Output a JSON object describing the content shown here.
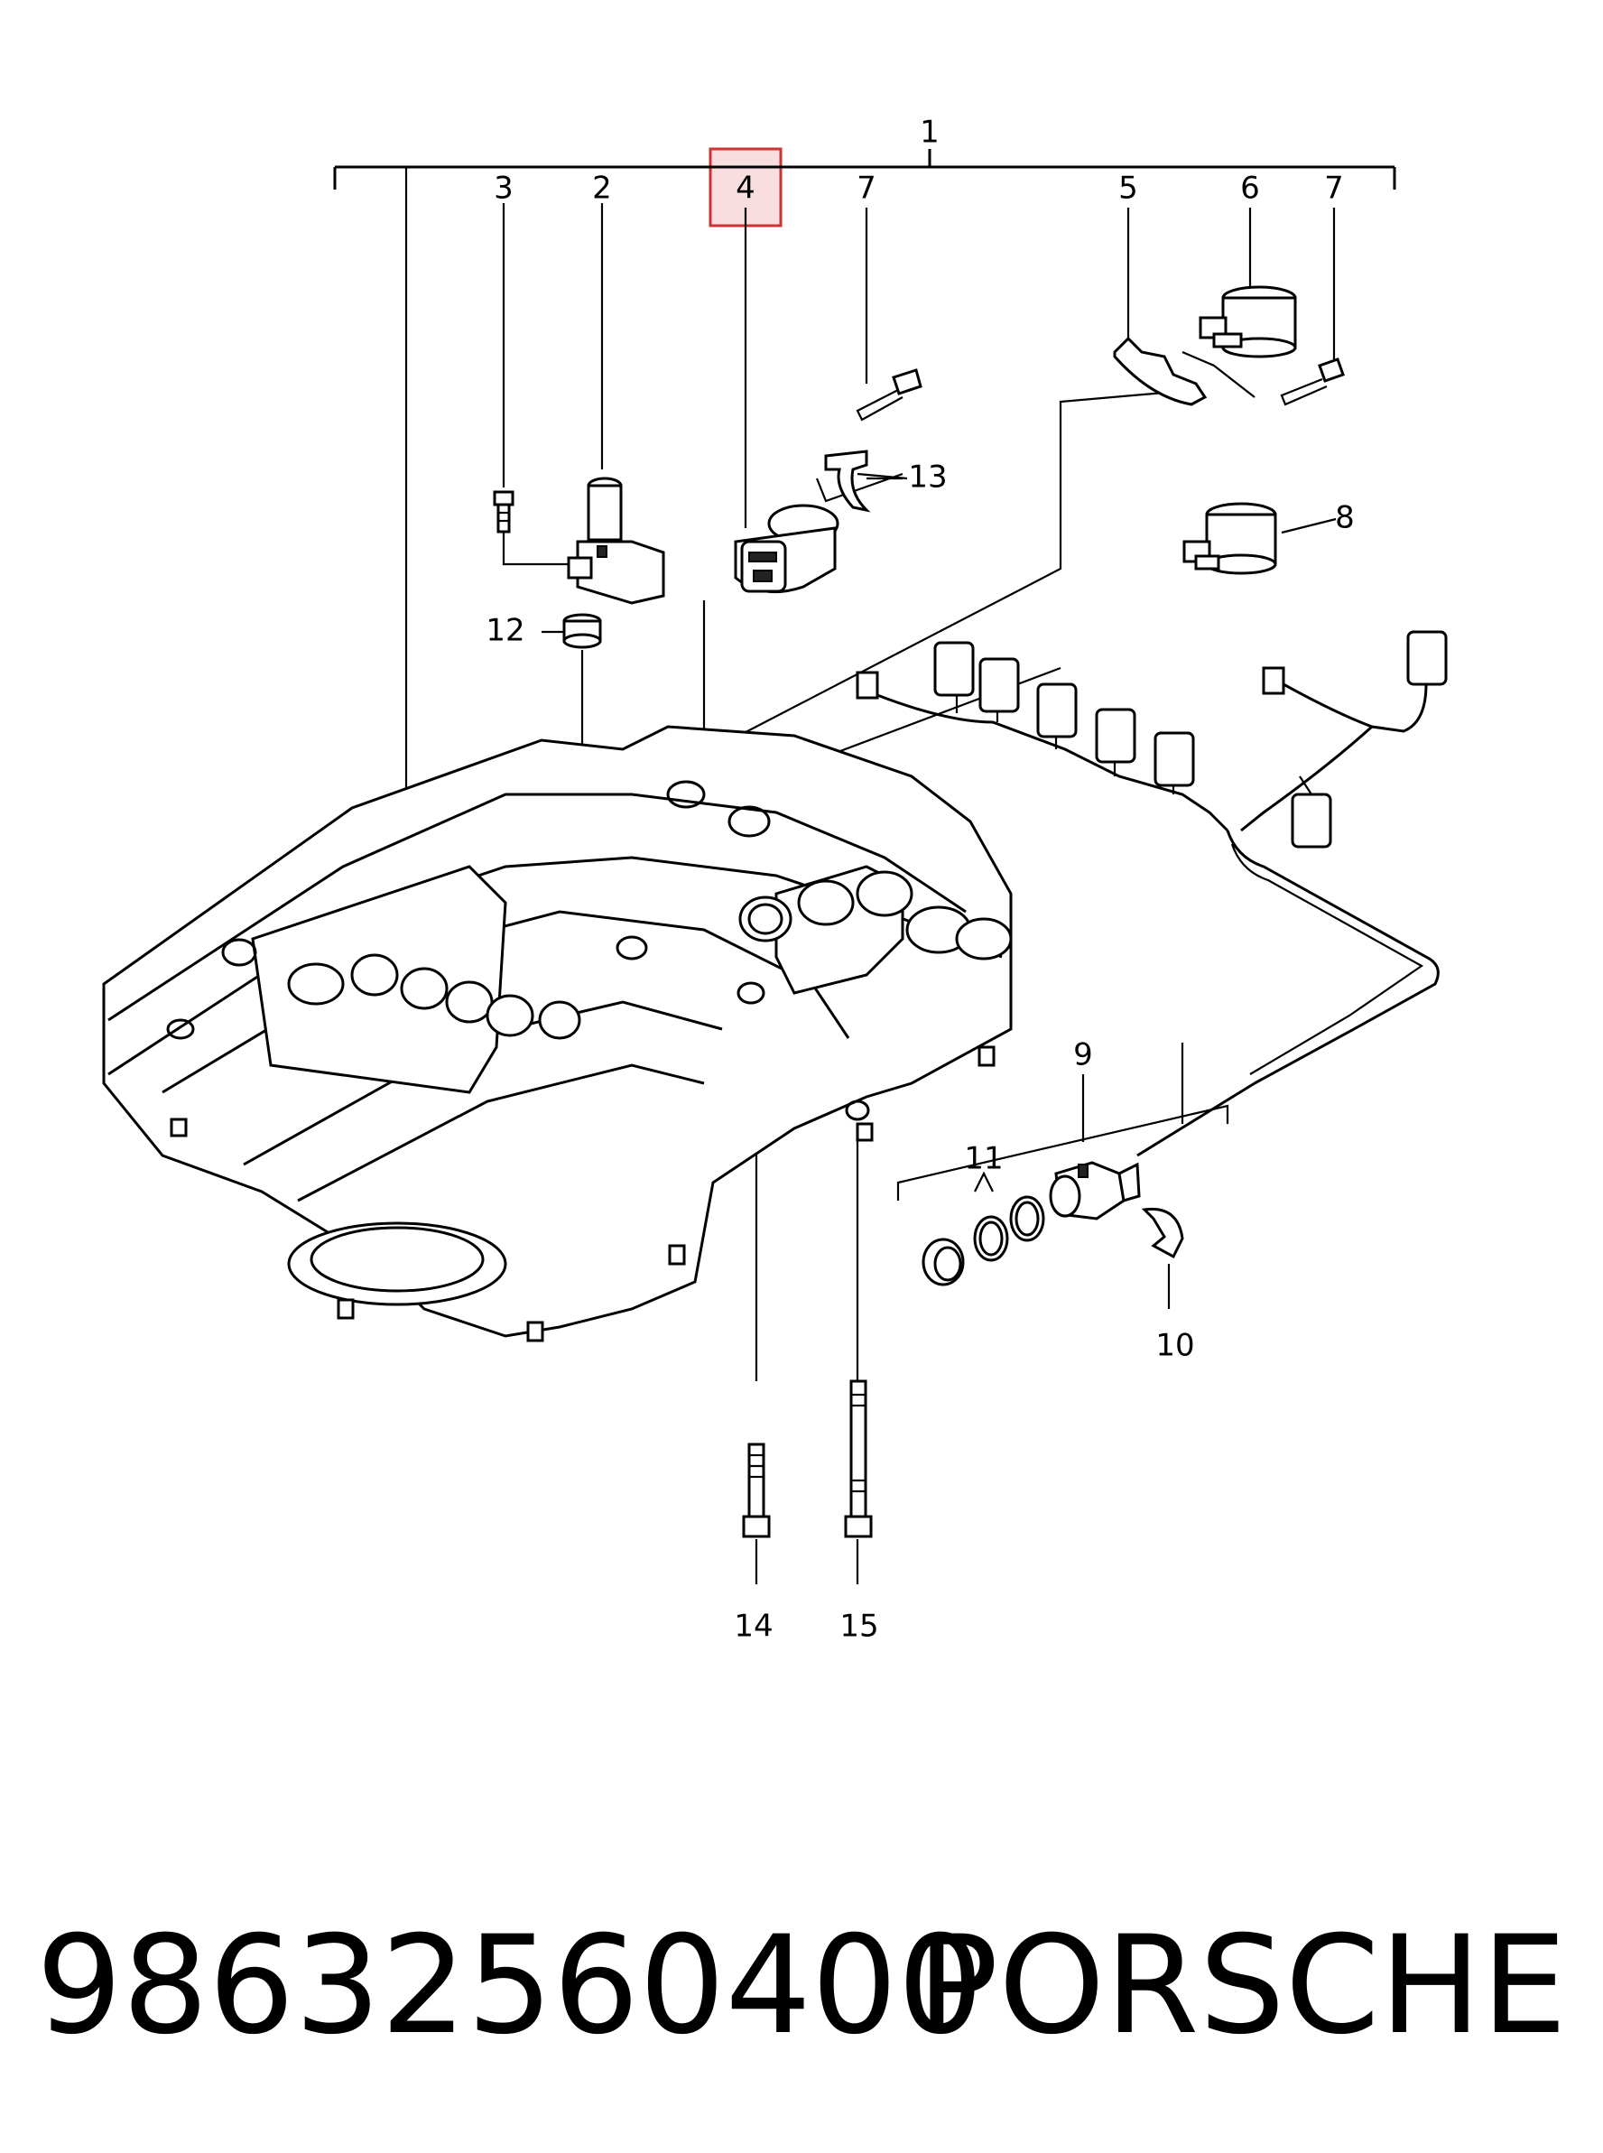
{
  "callouts": {
    "c1": "1",
    "c2": "2",
    "c3": "3",
    "c4": "4",
    "c5": "5",
    "c6": "6",
    "c7a": "7",
    "c7b": "7",
    "c8": "8",
    "c9": "9",
    "c10": "10",
    "c11": "11",
    "c12": "12",
    "c13": "13",
    "c14": "14",
    "c15": "15"
  },
  "highlight": {
    "target": "4",
    "color": "#cc3333",
    "fill": "#f8dede"
  },
  "footer": {
    "part_number": "98632560400",
    "brand": "PORSCHE"
  }
}
